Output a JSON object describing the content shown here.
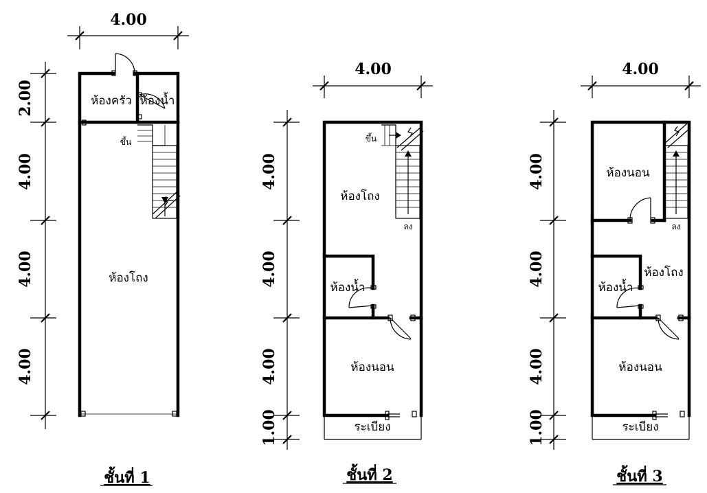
{
  "floors": [
    {
      "title": "ชั้นที่ 1",
      "width_dim": "4.00",
      "height_dims": [
        "2.00",
        "4.00",
        "4.00",
        "4.00"
      ],
      "rooms": {
        "kitchen": "ห้องครัว",
        "bathroom": "ห้องน้ำ",
        "hall": "ห้องโถง"
      },
      "stair_label": "ขึ้น"
    },
    {
      "title": "ชั้นที่ 2",
      "width_dim": "4.00",
      "height_dims": [
        "4.00",
        "4.00",
        "4.00",
        "1.00"
      ],
      "rooms": {
        "hall": "ห้องโถง",
        "bathroom": "ห้องน้ำ",
        "bedroom": "ห้องนอน",
        "balcony": "ระเบียง"
      },
      "stair_up_label": "ขึ้น",
      "stair_down_label": "ลง"
    },
    {
      "title": "ชั้นที่ 3",
      "width_dim": "4.00",
      "height_dims": [
        "4.00",
        "4.00",
        "4.00",
        "1.00"
      ],
      "rooms": {
        "bedroom_top": "ห้องนอน",
        "hall": "ห้องโถง",
        "bathroom": "ห้องน้ำ",
        "bedroom_bottom": "ห้องนอน",
        "balcony": "ระเบียง"
      },
      "stair_down_label": "ลง"
    }
  ]
}
